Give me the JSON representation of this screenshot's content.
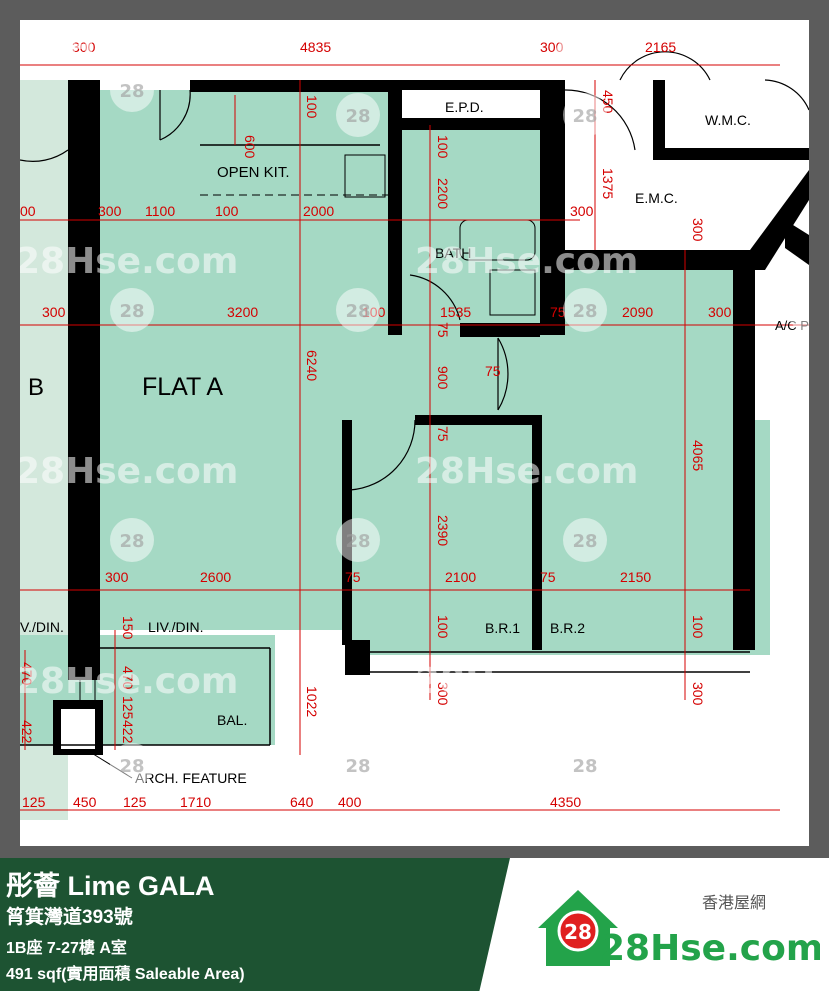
{
  "property": {
    "name": "彤薈 Lime GALA",
    "address": "筲箕灣道393號",
    "unit": "1B座 7-27樓 A室",
    "area": "491 sqf(實用面積 Saleable Area)"
  },
  "logo": {
    "tagline": "香港屋網",
    "brand": "28Hse.com",
    "badge": "28",
    "colors": {
      "green": "#23a34a",
      "red": "#e02020"
    }
  },
  "watermark": {
    "text": "28Hse.com",
    "badge": "28"
  },
  "colors": {
    "room_fill": "#a5d9c4",
    "wall": "#000000",
    "dimension": "#d40000"
  },
  "rooms": {
    "flat": "FLAT  A",
    "neighbor_flat": "B",
    "epd": "E.P.D.",
    "wmc": "W.M.C.",
    "emc": "E.M.C.",
    "open_kitchen": "OPEN KIT.",
    "bath": "BATH",
    "ac_platform": "A/C P",
    "liv_din": "LIV./DIN.",
    "liv_din_left": "V./DIN.",
    "br1": "B.R.1",
    "br2": "B.R.2",
    "bal": "BAL.",
    "arch_feature": "ARCH. FEATURE"
  },
  "dimensions": {
    "top": [
      "300",
      "4835",
      "300",
      "2165"
    ],
    "kitchen_row": [
      "00",
      "300",
      "1100",
      "100",
      "2000",
      "300"
    ],
    "middle_row": [
      "300",
      "3200",
      "100",
      "1535",
      "75",
      "2090",
      "300"
    ],
    "lower_row": [
      "300",
      "2600",
      "75",
      "2100",
      "75",
      "2150"
    ],
    "bottom_row": [
      "125",
      "450",
      "125",
      "1710",
      "640",
      "400",
      "4350"
    ],
    "vertical": [
      "600",
      "100",
      "100",
      "2200",
      "450",
      "1375",
      "300",
      "6240",
      "75",
      "900",
      "75",
      "75",
      "4065",
      "2390",
      "100",
      "100",
      "300",
      "300",
      "1022",
      "150",
      "470",
      "470",
      "125",
      "422",
      "422"
    ]
  }
}
